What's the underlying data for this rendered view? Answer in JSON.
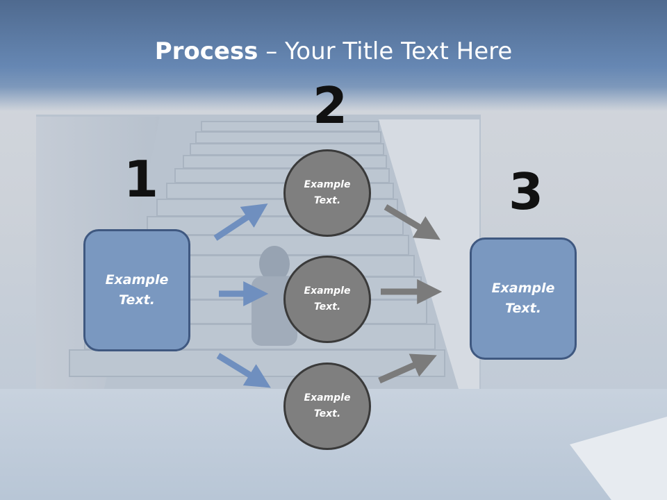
{
  "title": {
    "bold": "Process",
    "rest": " – Your Title Text Here"
  },
  "steps": [
    {
      "number": "1",
      "text": "Example Text."
    },
    {
      "number": "2",
      "text": "Example Text."
    },
    {
      "number": "3",
      "text": "Example Text."
    }
  ],
  "circles": [
    {
      "text": "Example Text."
    },
    {
      "text": "Example Text."
    },
    {
      "text": "Example Text."
    }
  ],
  "colors": {
    "header_blue": "#6687b3",
    "box_fill": "#7a98c0",
    "box_border": "#3f5880",
    "circle_fill": "#7f7f7f",
    "circle_border": "#3a3a3a",
    "blue_arrow": "#6f8fbf",
    "gray_arrow": "#7b7b7b"
  }
}
